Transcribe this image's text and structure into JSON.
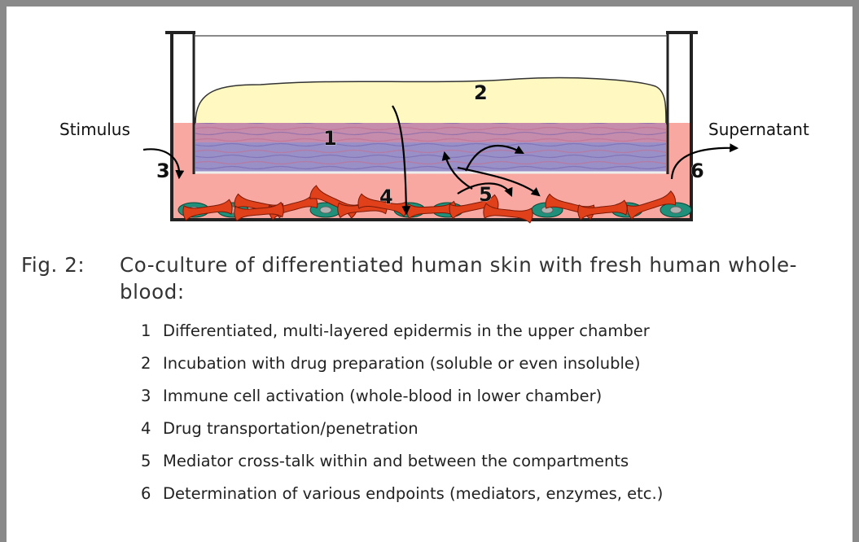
{
  "diagram": {
    "stimulus_label": "Stimulus",
    "supernatant_label": "Supernatant",
    "markers": [
      "1",
      "2",
      "3",
      "4",
      "5",
      "6"
    ]
  },
  "caption": {
    "figure_number": "Fig. 2:",
    "figure_title": "Co-culture of differentiated human skin with fresh human whole-blood:",
    "items": [
      {
        "num": "1",
        "text": "Differentiated, multi-layered epidermis in the upper chamber"
      },
      {
        "num": "2",
        "text": "Incubation with drug preparation (soluble or even insoluble)"
      },
      {
        "num": "3",
        "text": "Immune cell activation (whole-blood in lower chamber)"
      },
      {
        "num": "4",
        "text": "Drug transportation/penetration"
      },
      {
        "num": "5",
        "text": "Mediator cross-talk within and between the compartments"
      },
      {
        "num": "6",
        "text": "Determination of various endpoints (mediators, enzymes, etc.)"
      }
    ]
  },
  "colors": {
    "frame": "#8a8a8a",
    "drug_layer": "#fff8c0",
    "medium": "#f8a8a0",
    "epidermis": "#9a90c8",
    "red_cell": "#e0401a",
    "green_cell": "#20907a",
    "nucleus": "#b0b0b0"
  }
}
